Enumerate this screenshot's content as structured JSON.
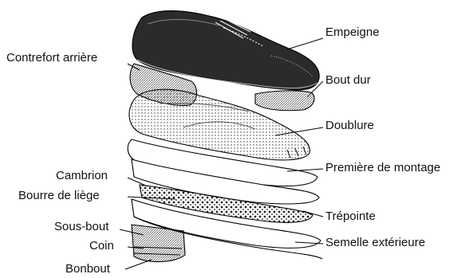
{
  "labels": {
    "empeigne": "Empeigne",
    "contrefort": "Contrefort arrière",
    "bout_dur": "Bout dur",
    "doublure": "Doublure",
    "premiere": "Première de montage",
    "cambrion": "Cambrion",
    "bourre": "Bourre de liège",
    "trepointe": "Trépointe",
    "sous_bout": "Sous-bout",
    "semelle": "Semelle extérieure",
    "coin": "Coin",
    "bonbout": "Bonbout"
  }
}
